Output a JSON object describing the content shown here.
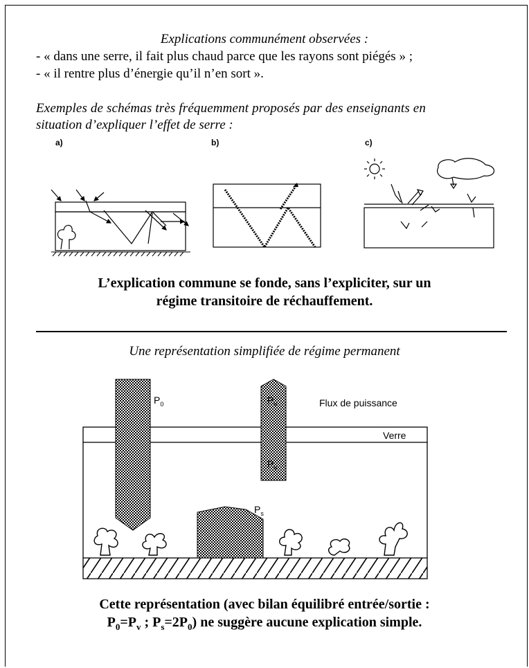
{
  "observed": {
    "heading": "Explications communément observées :",
    "line1": "- « dans une serre, il fait plus chaud parce que les rayons sont piégés » ;",
    "line2": "- « il rentre plus d’énergie qu’il n’en sort »."
  },
  "examples": {
    "intro_line1": "Exemples de schémas très fréquemment proposés par des enseignants en",
    "intro_line2": "situation d’expliquer l’effet de serre :",
    "labels": [
      "a)",
      "b)",
      "c)"
    ]
  },
  "conclusion1": {
    "line1": "L’explication commune se fonde, sans l’expliciter, sur un",
    "line2": "régime transitoire de réchauffement."
  },
  "permanent": {
    "heading": "Une représentation simplifiée de régime permanent",
    "p0": "P",
    "p0_sub": "0",
    "pv_top": "P",
    "pv_top_sub": "v",
    "pv_bottom": "P",
    "pv_bottom_sub": "v",
    "ps": "P",
    "ps_sub": "s",
    "flux_label": "Flux de puissance",
    "verre_label": "Verre"
  },
  "conclusion2": {
    "line1": "Cette représentation (avec bilan équilibré entrée/sortie :",
    "line2_a": "P",
    "line2_a_sub": "0",
    "line2_b": "=P",
    "line2_b_sub": "v",
    "line2_c": " ; P",
    "line2_c_sub": "s",
    "line2_d": "=2P",
    "line2_d_sub": "0",
    "line2_e": ") ne suggère aucune explication simple."
  }
}
